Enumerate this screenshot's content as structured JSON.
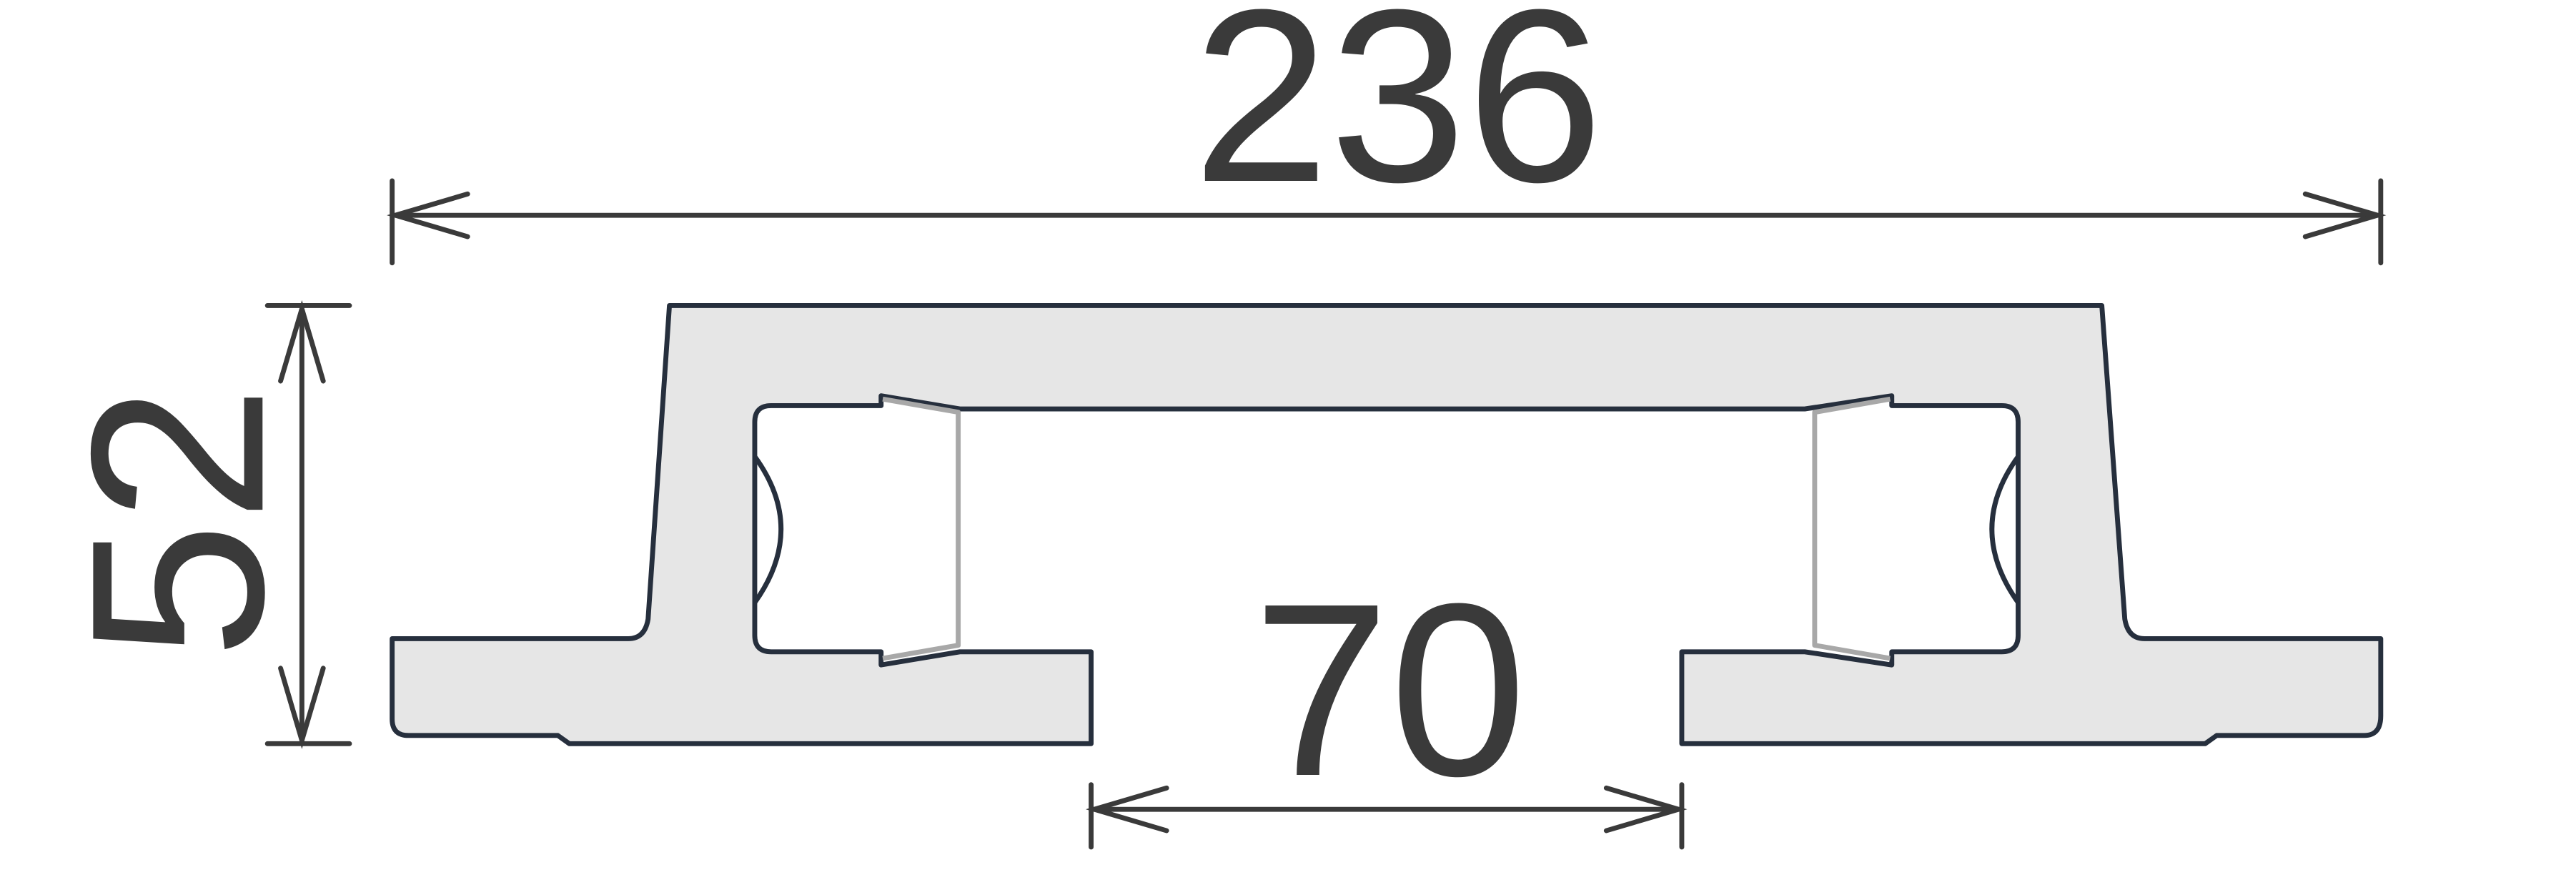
{
  "diagram": {
    "dimensions": {
      "overall_width": "236",
      "overall_height": "52",
      "opening_width": "70"
    },
    "colors": {
      "profile_fill": "#e6e6e6",
      "profile_outline": "#262f3d",
      "seal_line": "#a8a8a8",
      "dimension_line": "#3a3a3a"
    }
  }
}
